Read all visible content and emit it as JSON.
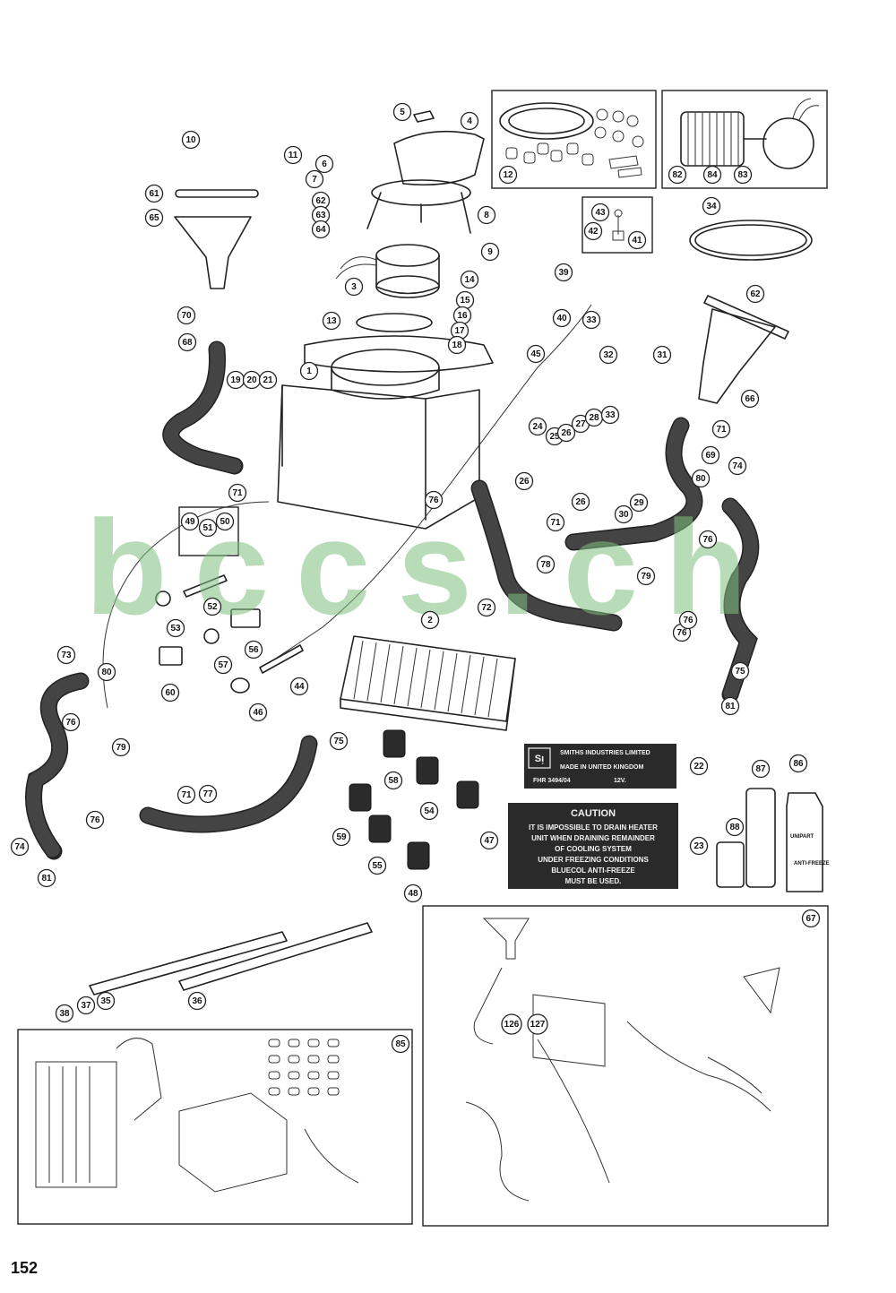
{
  "page": {
    "number": "152"
  },
  "watermark": {
    "text": "bccs.ch",
    "color": "#7fbf7f"
  },
  "callouts": [
    {
      "label": "1"
    },
    {
      "label": "2"
    },
    {
      "label": "3"
    },
    {
      "label": "4"
    },
    {
      "label": "5"
    },
    {
      "label": "6"
    },
    {
      "label": "7"
    },
    {
      "label": "8"
    },
    {
      "label": "9"
    },
    {
      "label": "10"
    },
    {
      "label": "11"
    },
    {
      "label": "12"
    },
    {
      "label": "13"
    },
    {
      "label": "14"
    },
    {
      "label": "15"
    },
    {
      "label": "16"
    },
    {
      "label": "17"
    },
    {
      "label": "18"
    },
    {
      "label": "19"
    },
    {
      "label": "20"
    },
    {
      "label": "21"
    },
    {
      "label": "22"
    },
    {
      "label": "23"
    },
    {
      "label": "24"
    },
    {
      "label": "25"
    },
    {
      "label": "26"
    },
    {
      "label": "26"
    },
    {
      "label": "26"
    },
    {
      "label": "27"
    },
    {
      "label": "28"
    },
    {
      "label": "29"
    },
    {
      "label": "30"
    },
    {
      "label": "31"
    },
    {
      "label": "32"
    },
    {
      "label": "33"
    },
    {
      "label": "33"
    },
    {
      "label": "34"
    },
    {
      "label": "35"
    },
    {
      "label": "36"
    },
    {
      "label": "37"
    },
    {
      "label": "38"
    },
    {
      "label": "39"
    },
    {
      "label": "40"
    },
    {
      "label": "41"
    },
    {
      "label": "42"
    },
    {
      "label": "43"
    },
    {
      "label": "44"
    },
    {
      "label": "45"
    },
    {
      "label": "46"
    },
    {
      "label": "47"
    },
    {
      "label": "48"
    },
    {
      "label": "49"
    },
    {
      "label": "50"
    },
    {
      "label": "51"
    },
    {
      "label": "52"
    },
    {
      "label": "53"
    },
    {
      "label": "54"
    },
    {
      "label": "55"
    },
    {
      "label": "56"
    },
    {
      "label": "57"
    },
    {
      "label": "58"
    },
    {
      "label": "59"
    },
    {
      "label": "60"
    },
    {
      "label": "61"
    },
    {
      "label": "62"
    },
    {
      "label": "62"
    },
    {
      "label": "63"
    },
    {
      "label": "64"
    },
    {
      "label": "65"
    },
    {
      "label": "66"
    },
    {
      "label": "67"
    },
    {
      "label": "68"
    },
    {
      "label": "69"
    },
    {
      "label": "70"
    },
    {
      "label": "71"
    },
    {
      "label": "71"
    },
    {
      "label": "71"
    },
    {
      "label": "71"
    },
    {
      "label": "72"
    },
    {
      "label": "73"
    },
    {
      "label": "74"
    },
    {
      "label": "74"
    },
    {
      "label": "75"
    },
    {
      "label": "75"
    },
    {
      "label": "76"
    },
    {
      "label": "76"
    },
    {
      "label": "76"
    },
    {
      "label": "76"
    },
    {
      "label": "76"
    },
    {
      "label": "76"
    },
    {
      "label": "77"
    },
    {
      "label": "78"
    },
    {
      "label": "79"
    },
    {
      "label": "79"
    },
    {
      "label": "80"
    },
    {
      "label": "80"
    },
    {
      "label": "81"
    },
    {
      "label": "81"
    },
    {
      "label": "82"
    },
    {
      "label": "83"
    },
    {
      "label": "84"
    },
    {
      "label": "85"
    },
    {
      "label": "86"
    },
    {
      "label": "87"
    },
    {
      "label": "88"
    },
    {
      "label": "126"
    },
    {
      "label": "127"
    }
  ],
  "plate_22": {
    "line1": "SMITHS INDUSTRIES LIMITED",
    "line2": "MADE IN UNITED KINGDOM",
    "line3": "FHR 3494/04",
    "line4": "12V."
  },
  "plate_23": {
    "title": "CAUTION",
    "lines": [
      "IT IS IMPOSSIBLE TO DRAIN HEATER",
      "UNIT WHEN DRAINING REMAINDER",
      "OF COOLING SYSTEM",
      "UNDER FREEZING CONDITIONS",
      "BLUECOL ANTI-FREEZE",
      "MUST BE USED."
    ]
  },
  "bottle_86": {
    "brand": "UNIPART",
    "product": "ANTI-FREEZE"
  }
}
